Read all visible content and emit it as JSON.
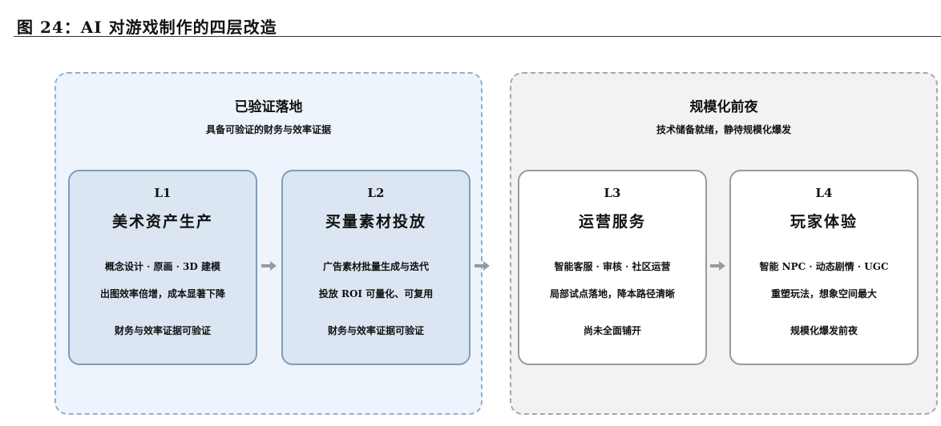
{
  "figure_title": "图 24：AI 对游戏制作的四层改造",
  "groups": [
    {
      "title": "已验证落地",
      "subtitle": "具备可验证的财务与效率证据",
      "cards": [
        {
          "level": "L1",
          "name": "美术资产生产",
          "lines": [
            "概念设计 · 原画 · 3D 建模",
            "出图效率倍增，成本显著下降",
            "财务与效率证据可验证"
          ]
        },
        {
          "level": "L2",
          "name": "买量素材投放",
          "lines": [
            "广告素材批量生成与迭代",
            "投放 ROI 可量化、可复用",
            "财务与效率证据可验证"
          ]
        }
      ]
    },
    {
      "title": "规模化前夜",
      "subtitle": "技术储备就绪，静待规模化爆发",
      "cards": [
        {
          "level": "L3",
          "name": "运营服务",
          "lines": [
            "智能客服 · 审核 · 社区运营",
            "局部试点落地，降本路径清晰",
            "尚未全面铺开"
          ]
        },
        {
          "level": "L4",
          "name": "玩家体验",
          "lines": [
            "智能 NPC · 动态剧情 · UGC",
            "重塑玩法，想象空间最大",
            "规模化爆发前夜"
          ]
        }
      ]
    }
  ],
  "colors": {
    "validated_fill": "#eef4fb",
    "validated_border": "#8fb0d4",
    "validated_card_fill": "#dbe6f2",
    "validated_card_border": "#7d9dc2",
    "prenight_fill": "#f2f2f2",
    "prenight_border": "#a8a8a8",
    "prenight_card_fill": "#ffffff",
    "arrow": "#9a9a9a"
  },
  "icons": [
    "arrow-right-icon"
  ]
}
